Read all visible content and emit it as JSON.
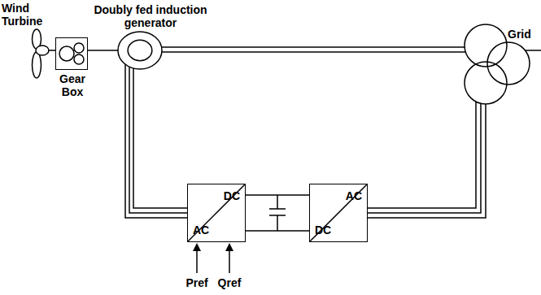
{
  "diagram": {
    "nodes": [
      {
        "text": [
          "Gear Box"
        ]
      },
      {
        "text": [
          "Doubly fed induction generator"
        ]
      },
      {
        "text": [
          "DC",
          "AC"
        ]
      },
      {
        "text": [
          "AC",
          "DC"
        ]
      }
    ],
    "edges": [
      {
        "from": 0,
        "to": 1,
        "arrow": "none"
      },
      {
        "from": 1,
        "to": 2,
        "arrow": "none"
      },
      {
        "from": 2,
        "to": 3,
        "arrow": "none"
      }
    ],
    "labels": [
      "Wind Turbine",
      "Grid",
      "Pref",
      "Qref"
    ]
  }
}
